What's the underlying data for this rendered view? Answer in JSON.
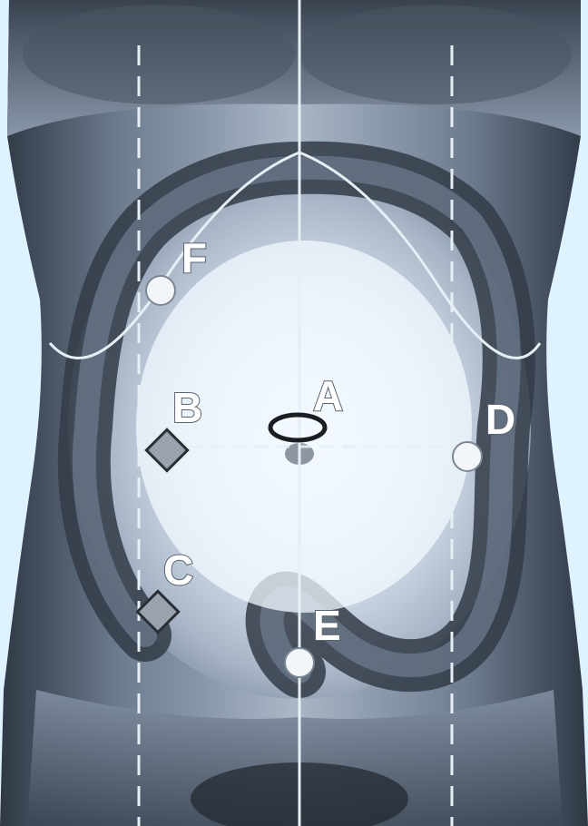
{
  "labels": {
    "A": "A",
    "B": "B",
    "C": "C",
    "D": "D",
    "E": "E",
    "F": "F"
  },
  "colors": {
    "background": "#dff3ff",
    "torso_light": "#e9f2fb",
    "torso_mid": "#9fb0c4",
    "torso_dark": "#2c3440",
    "guide_line": "#e6eef6",
    "marker_fill": "#9aa3ad",
    "marker_stroke": "#2a2f35",
    "circle_fill": "#f2f6fa",
    "navel_ring": "#1a1d22"
  },
  "markers": {
    "A": "ellipse",
    "B": "diamond",
    "C": "diamond",
    "D": "circle",
    "E": "circle",
    "F": "circle"
  }
}
